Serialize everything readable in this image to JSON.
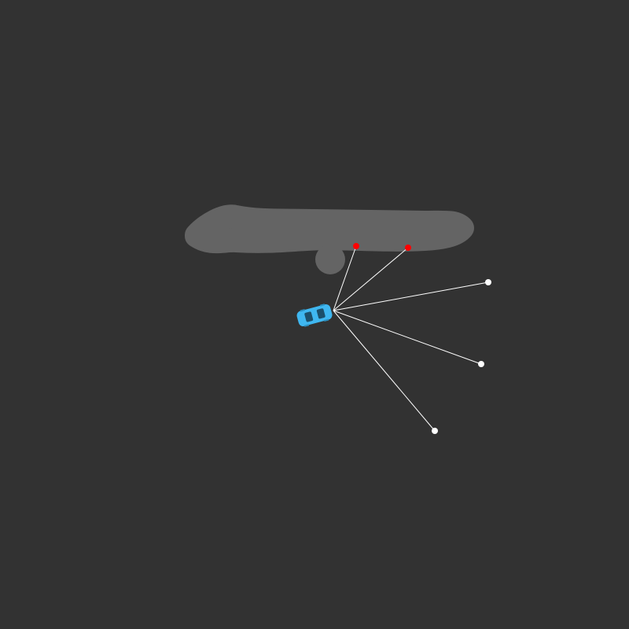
{
  "scene": {
    "background_color": "#323232",
    "track_color": "#646464",
    "car_color": "#3fb7f0",
    "car_glass_color": "#1c4f6a",
    "sensor_line_color": "#ffffff",
    "sensor_hit_color": "#ff0000",
    "sensor_miss_color": "#ffffff"
  },
  "car": {
    "name": "car",
    "icon": "car-icon",
    "heading_degrees": -15
  },
  "sensors": [
    {
      "name": "sensor-1",
      "hit": true
    },
    {
      "name": "sensor-2",
      "hit": true
    },
    {
      "name": "sensor-3",
      "hit": false
    },
    {
      "name": "sensor-4",
      "hit": false
    },
    {
      "name": "sensor-5",
      "hit": false
    }
  ]
}
